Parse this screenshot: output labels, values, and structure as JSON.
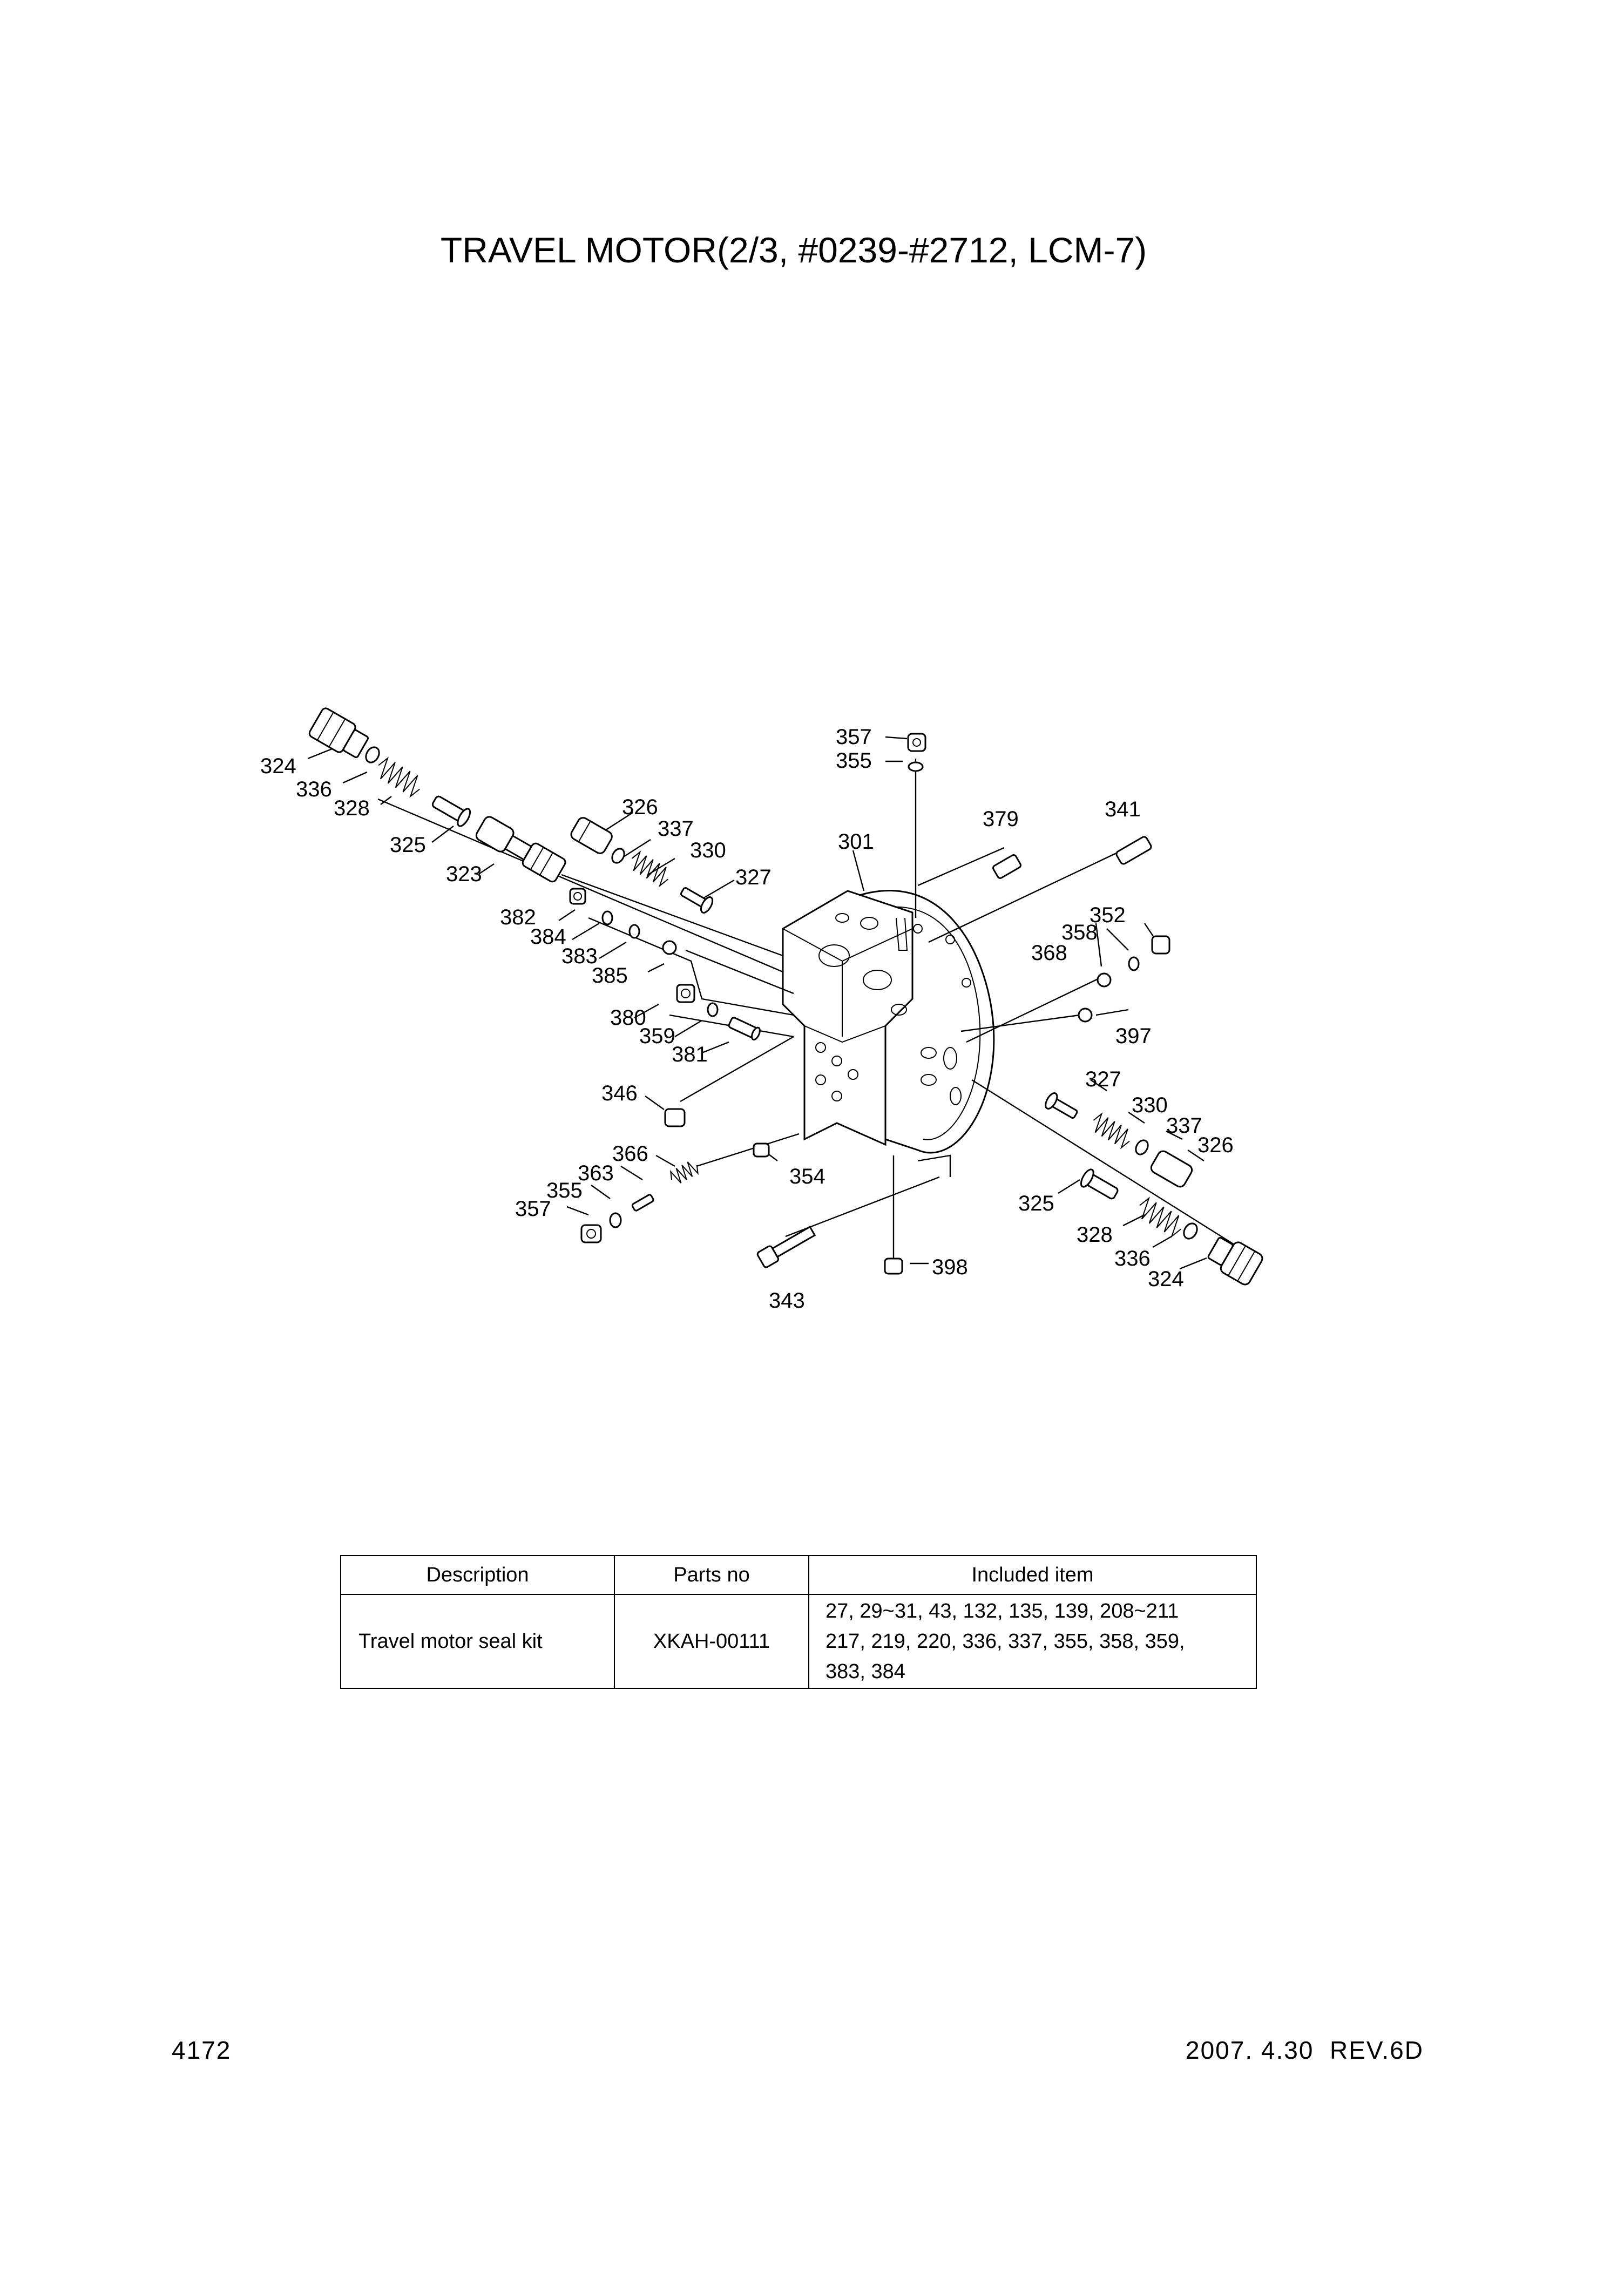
{
  "title": "TRAVEL MOTOR(2/3, #0239-#2712, LCM-7)",
  "callouts": {
    "c301": "301",
    "c323": "323",
    "c324a": "324",
    "c324b": "324",
    "c325a": "325",
    "c325b": "325",
    "c326a": "326",
    "c326b": "326",
    "c327a": "327",
    "c327b": "327",
    "c328a": "328",
    "c328b": "328",
    "c330a": "330",
    "c330b": "330",
    "c336a": "336",
    "c336b": "336",
    "c337a": "337",
    "c337b": "337",
    "c341": "341",
    "c343": "343",
    "c346": "346",
    "c352": "352",
    "c354": "354",
    "c355a": "355",
    "c355b": "355",
    "c357a": "357",
    "c357b": "357",
    "c358": "358",
    "c359": "359",
    "c363": "363",
    "c366": "366",
    "c368": "368",
    "c379": "379",
    "c380": "380",
    "c381": "381",
    "c382": "382",
    "c383": "383",
    "c384": "384",
    "c385": "385",
    "c397": "397",
    "c398": "398"
  },
  "kit_table": {
    "headers": [
      "Description",
      "Parts no",
      "Included item"
    ],
    "row": {
      "description": "Travel motor seal kit",
      "parts_no": "XKAH-00111",
      "included_line1": "27, 29~31, 43, 132, 135, 139, 208~211",
      "included_line2": "217, 219, 220, 336, 337, 355, 358, 359,",
      "included_line3": "383, 384"
    }
  },
  "footer": {
    "page_number": "4172",
    "revision": "2007. 4.30  REV.6D"
  }
}
